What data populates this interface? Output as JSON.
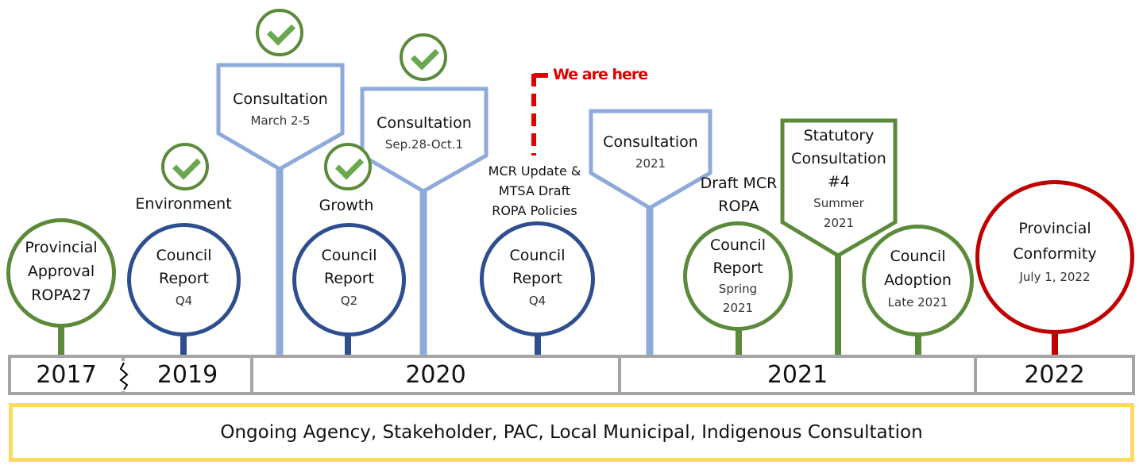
{
  "years": [
    "2017",
    "2019",
    "2020",
    "2021",
    "2022"
  ],
  "ongoing": "Ongoing Agency, Stakeholder, PAC, Local Municipal, Indigenous Consultation",
  "we_are_here": "We are here",
  "colors": {
    "green": "#5b8a3a",
    "navy": "#2f4e8f",
    "light_blue": "#8eaadb",
    "red": "#c00000",
    "timeline_gray": "#a5a5a5",
    "ongoing_border": "#ffd966",
    "marker_red": "#e00000"
  },
  "milestones": {
    "provincial_approval": {
      "line1": "Provincial",
      "line2": "Approval",
      "line3": "ROPA27"
    },
    "council_2019": {
      "above": "Environment",
      "line1": "Council",
      "line2": "Report",
      "sub": "Q4"
    },
    "council_2020_q2": {
      "above": "Growth",
      "line1": "Council",
      "line2": "Report",
      "sub": "Q2"
    },
    "council_2020_q4": {
      "above1": "MCR Update &",
      "above2": "MTSA Draft",
      "above3": "ROPA Policies",
      "line1": "Council",
      "line2": "Report",
      "sub": "Q4"
    },
    "council_2021_spring": {
      "above1": "Draft MCR",
      "above2": "ROPA",
      "line1": "Council",
      "line2": "Report",
      "sub1": "Spring",
      "sub2": "2021"
    },
    "council_adoption": {
      "line1": "Council",
      "line2": "Adoption",
      "sub": "Late 2021"
    },
    "provincial_conformity": {
      "line1": "Provincial",
      "line2": "Conformity",
      "sub": "July 1, 2022"
    }
  },
  "consultations": {
    "c1": {
      "title": "Consultation",
      "sub": "March 2-5"
    },
    "c2": {
      "title": "Consultation",
      "sub": "Sep.28-Oct.1"
    },
    "c3": {
      "title": "Consultation",
      "sub": "2021"
    },
    "statutory": {
      "line1": "Statutory",
      "line2": "Consultation",
      "line3": "#4",
      "sub1": "Summer",
      "sub2": "2021"
    }
  },
  "icons": [
    "check-icon",
    "check-icon",
    "check-icon",
    "check-icon",
    "timeline-break-icon"
  ]
}
